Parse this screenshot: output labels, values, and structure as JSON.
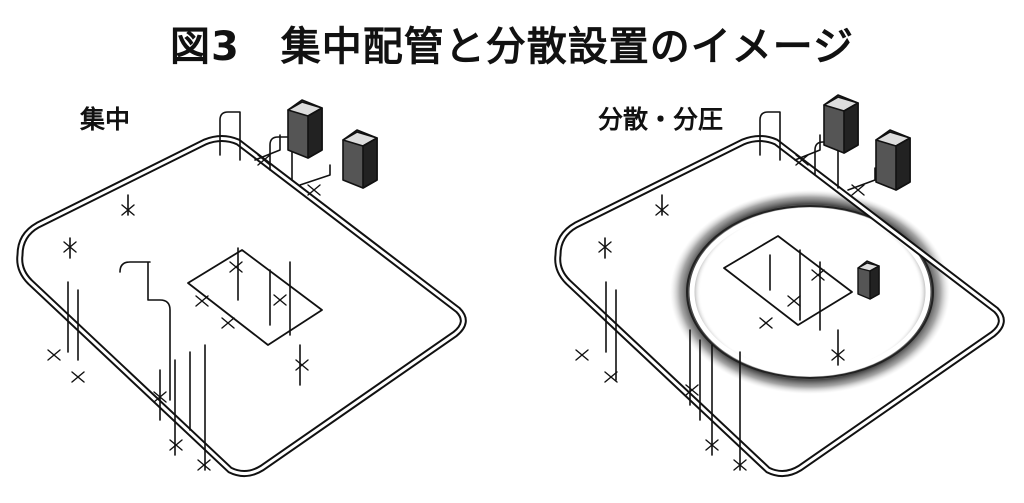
{
  "title": "図3　集中配管と分散設置のイメージ",
  "panels": {
    "left": {
      "label": "集中"
    },
    "right": {
      "label": "分散・分圧"
    }
  },
  "colors": {
    "ink": "#111111",
    "halo": "#555555",
    "background": "#ffffff"
  }
}
